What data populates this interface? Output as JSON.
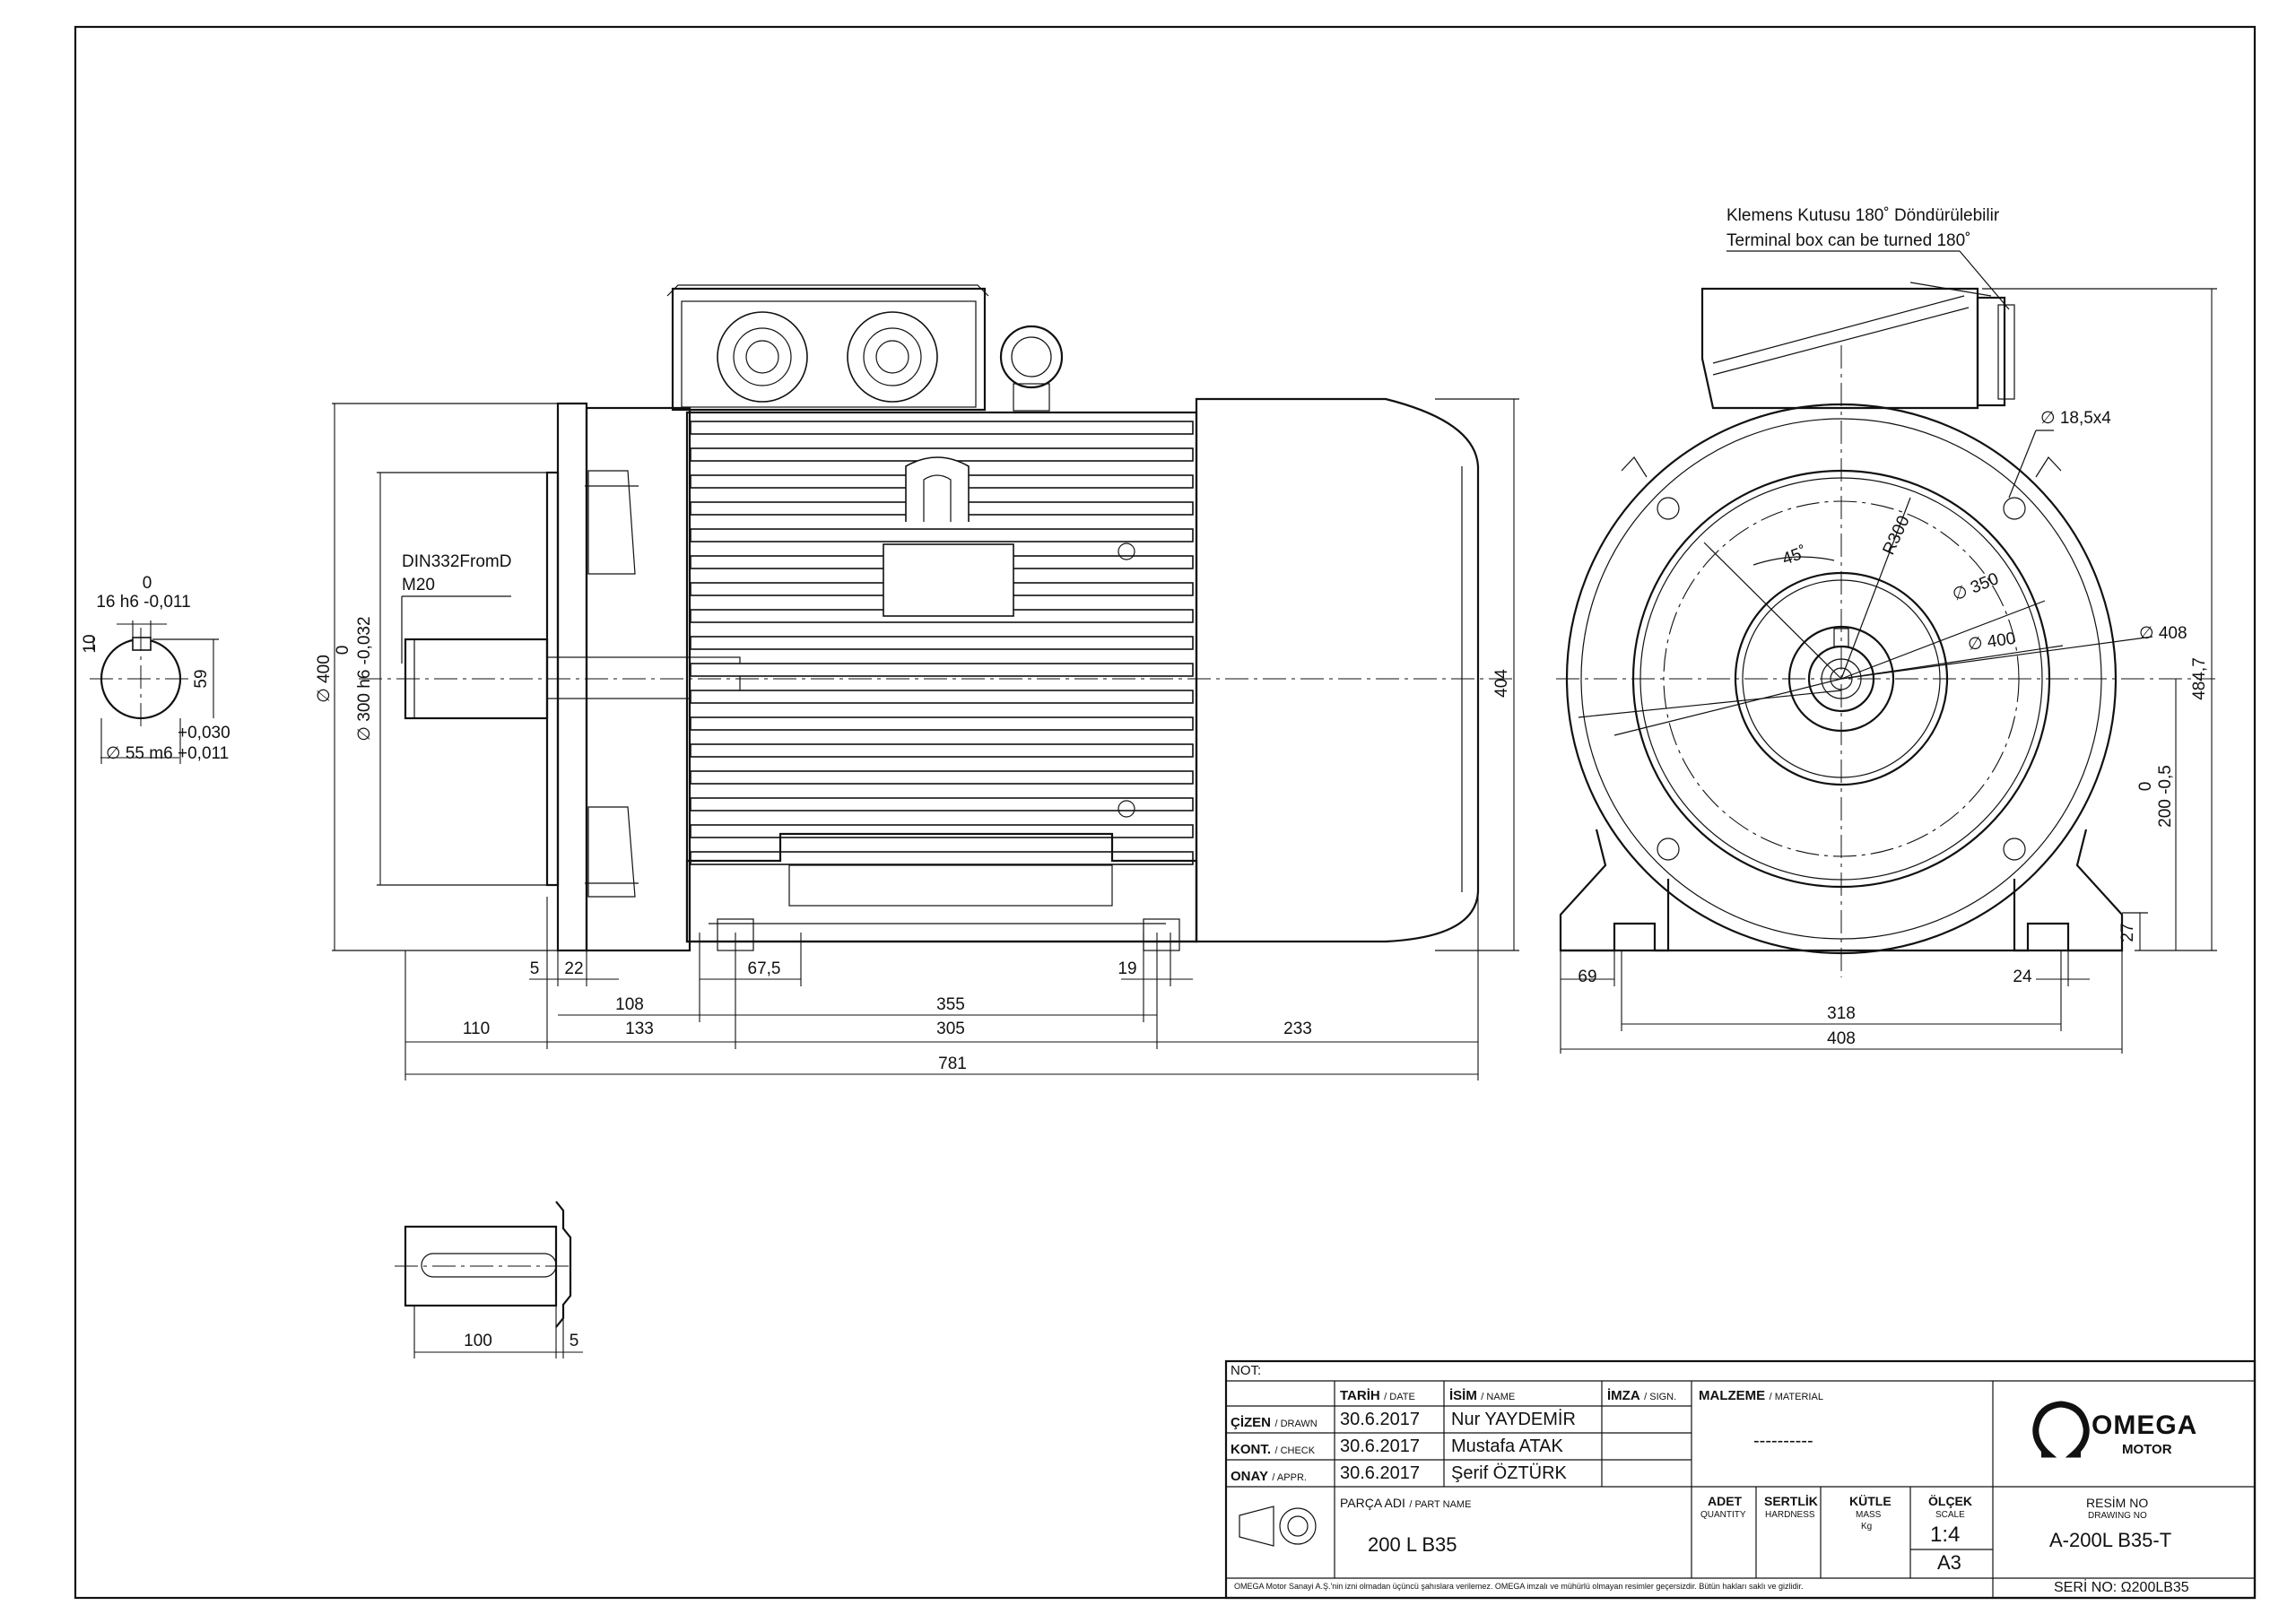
{
  "key_section": {
    "width_top": "0",
    "width_fit": "16 h6 -0,011",
    "key_height": "10",
    "height_dim": "59",
    "tol_upper": "+0,030",
    "shaft_dia": "∅ 55 m6",
    "tol_lower": "+0,011"
  },
  "side_view": {
    "thread_label_1": "DIN332FromD",
    "thread_label_2": "M20",
    "dia_400": "∅ 400",
    "spigot_top": "0",
    "spigot_dia": "∅ 300 h6 -0,032",
    "height_404": "404",
    "dims": {
      "d5": "5",
      "d22": "22",
      "d67_5": "67,5",
      "d19": "19",
      "d108": "108",
      "d355": "355",
      "d110": "110",
      "d133": "133",
      "d305": "305",
      "d233": "233",
      "d781": "781"
    }
  },
  "front_view": {
    "note_tr": "Klemens Kutusu 180˚ Döndürülebilir",
    "note_en": "Terminal box can be turned 180˚",
    "hole": "∅ 18,5x4",
    "angle": "45˚",
    "r300": "R300",
    "d350": "∅ 350",
    "d400": "∅ 400",
    "d408": "∅ 408",
    "h484": "484,7",
    "h200_top": "0",
    "h200": "200 -0,5",
    "d27": "27",
    "d69": "69",
    "d24": "24",
    "d318": "318",
    "d408w": "408"
  },
  "shaft_detail": {
    "len": "100",
    "shoulder": "5"
  },
  "title_block": {
    "not": "NOT:",
    "tarih": "TARİH",
    "tarih_en": "/ DATE",
    "isim": "İSİM",
    "isim_en": "/ NAME",
    "imza": "İMZA",
    "imza_en": "/ SIGN.",
    "malzeme": "MALZEME",
    "malzeme_en": "/ MATERIAL",
    "material_value": "----------",
    "rows": [
      {
        "role": "ÇİZEN",
        "role_en": "/ DRAWN",
        "date": "30.6.2017",
        "name": "Nur YAYDEMİR"
      },
      {
        "role": "KONT.",
        "role_en": "/ CHECK",
        "date": "30.6.2017",
        "name": "Mustafa ATAK"
      },
      {
        "role": "ONAY",
        "role_en": "/ APPR.",
        "date": "30.6.2017",
        "name": "Şerif ÖZTÜRK"
      }
    ],
    "parca": "PARÇA ADI",
    "parca_en": "/ PART NAME",
    "part_name": "200 L B35",
    "adet": "ADET",
    "adet_en": "QUANTITY",
    "sertlik": "SERTLİK",
    "sertlik_en": "HARDNESS",
    "kutle": "KÜTLE",
    "kutle_en": "MASS",
    "kutle_unit": "Kg",
    "olcek": "ÖLÇEK",
    "olcek_en": "SCALE",
    "scale": "1:4",
    "sheet": "A3",
    "resim": "RESİM NO",
    "resim_en": "DRAWING NO",
    "drawing_no": "A-200L B35-T",
    "seri": "SERİ NO: Ω200LB35",
    "logo_main": "OMEGA",
    "logo_sub": "MOTOR",
    "footer": "OMEGA Motor Sanayi A.Ş.'nin izni olmadan üçüncü şahıslara verilemez. OMEGA imzalı ve mühürlü olmayan resimler geçersizdir. Bütün hakları saklı ve gizlidir."
  }
}
